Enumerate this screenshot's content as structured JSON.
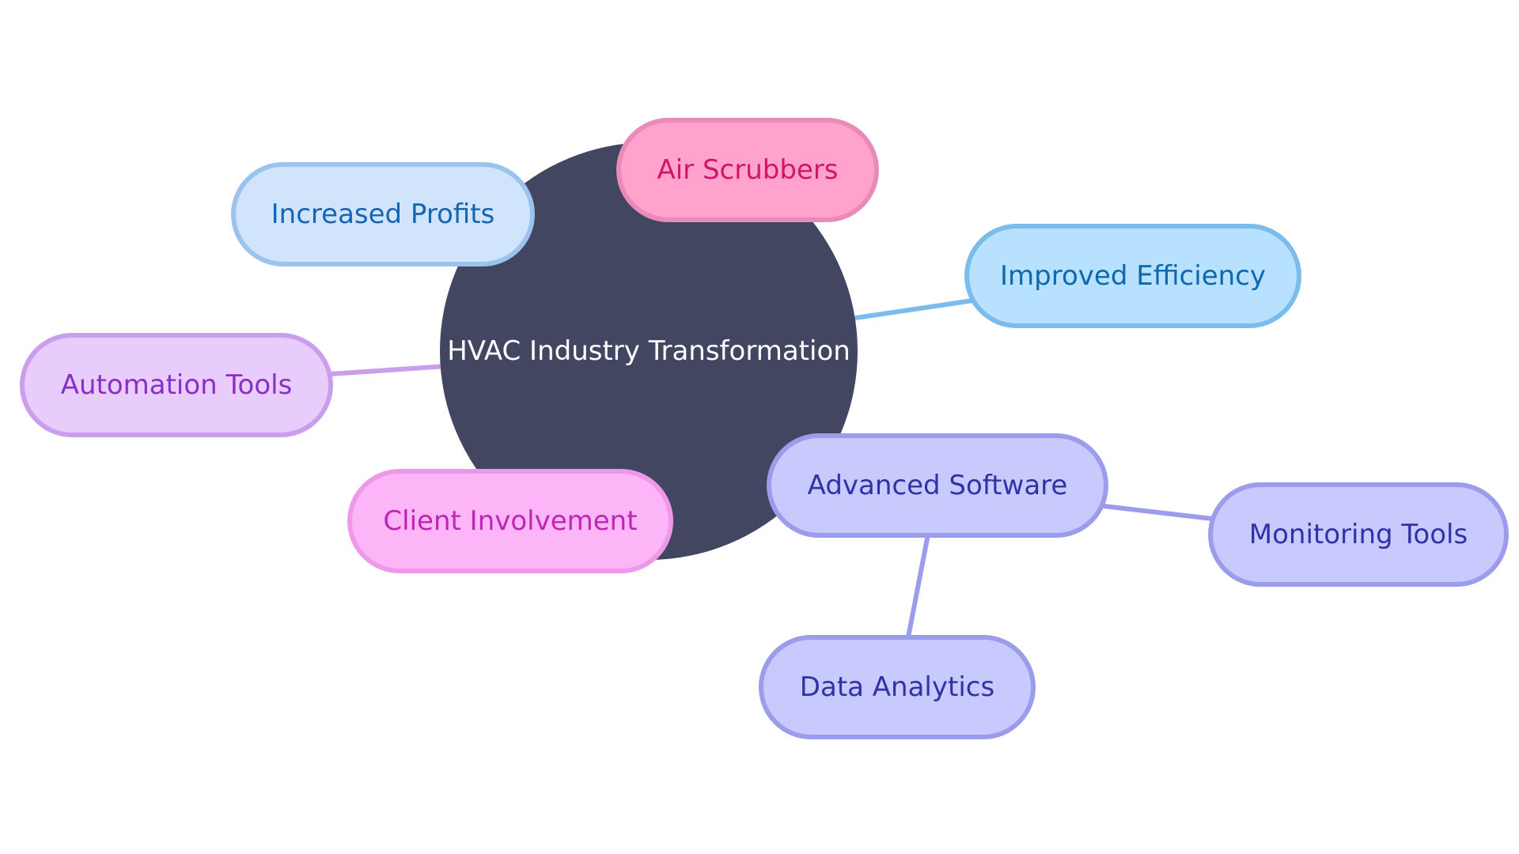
{
  "diagram": {
    "root": {
      "label": "HVAC Industry Transformation",
      "fill": "#424660",
      "text_color": "#ffffff"
    },
    "nodes": [
      {
        "id": "air-scrubbers",
        "label": "Air Scrubbers",
        "fill": "#ffa3cd",
        "stroke": "#e98ab8",
        "text_color": "#d4136a"
      },
      {
        "id": "increased-profits",
        "label": "Increased Profits",
        "fill": "#d0e4fb",
        "stroke": "#9cc3ee",
        "text_color": "#1565b5"
      },
      {
        "id": "improved-efficiency",
        "label": "Improved Efficiency",
        "fill": "#b8e0ff",
        "stroke": "#7bbcec",
        "text_color": "#0d68ad"
      },
      {
        "id": "automation-tools",
        "label": "Automation Tools",
        "fill": "#e8ccfc",
        "stroke": "#cb9ded",
        "text_color": "#8a2fc6"
      },
      {
        "id": "client-involvement",
        "label": "Client Involvement",
        "fill": "#fcb6f7",
        "stroke": "#ef98ea",
        "text_color": "#be25b5"
      },
      {
        "id": "advanced-software",
        "label": "Advanced Software",
        "fill": "#c8c9fd",
        "stroke": "#9b9ceb",
        "text_color": "#3032a6"
      },
      {
        "id": "monitoring-tools",
        "label": "Monitoring Tools",
        "fill": "#c8c9fd",
        "stroke": "#9b9ceb",
        "text_color": "#3032a6"
      },
      {
        "id": "data-analytics",
        "label": "Data Analytics",
        "fill": "#c8c9fd",
        "stroke": "#9b9ceb",
        "text_color": "#3032a6"
      }
    ],
    "edges": [
      {
        "from": "root",
        "to": "improved-efficiency",
        "color": "#7bbcec"
      },
      {
        "from": "root",
        "to": "automation-tools",
        "color": "#cb9ded"
      },
      {
        "from": "advanced-software",
        "to": "monitoring-tools",
        "color": "#9b9ceb"
      },
      {
        "from": "advanced-software",
        "to": "data-analytics",
        "color": "#9b9ceb"
      }
    ]
  }
}
